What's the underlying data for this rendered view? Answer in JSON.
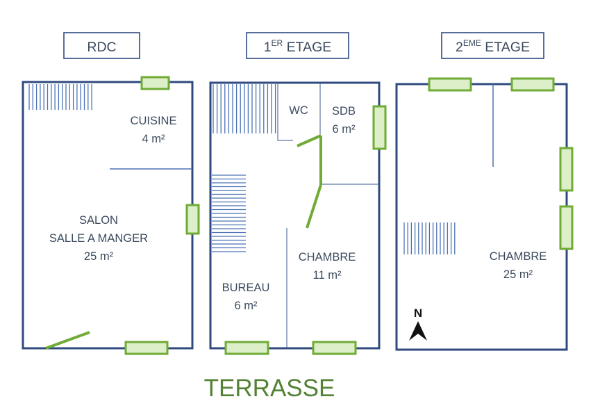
{
  "floors": [
    {
      "tag": "RDC",
      "tag_sup": "",
      "tag_rest": ""
    },
    {
      "tag": "1",
      "tag_sup": "ER",
      "tag_rest": " ETAGE"
    },
    {
      "tag": "2",
      "tag_sup": "EME",
      "tag_rest": " ETAGE"
    }
  ],
  "rooms": {
    "cuisine": {
      "name": "CUISINE",
      "area": "4 m²"
    },
    "salon": {
      "name_line1": "SALON",
      "name_line2": "SALLE A MANGER",
      "area": "25 m²"
    },
    "wc": {
      "name": "WC"
    },
    "sdb": {
      "name": "SDB",
      "area": "6 m²"
    },
    "chambre1": {
      "name": "CHAMBRE",
      "area": "11 m²"
    },
    "bureau": {
      "name": "BUREAU",
      "area": "6 m²"
    },
    "chambre2": {
      "name": "CHAMBRE",
      "area": "25 m²"
    }
  },
  "terrace_label": "TERRASSE",
  "north_label": "N",
  "colors": {
    "wall": "#2f4a7e",
    "window": "#6fab35",
    "window_fill": "#dcefc8",
    "terrace_text": "#548235",
    "text": "#3b4a5e"
  }
}
